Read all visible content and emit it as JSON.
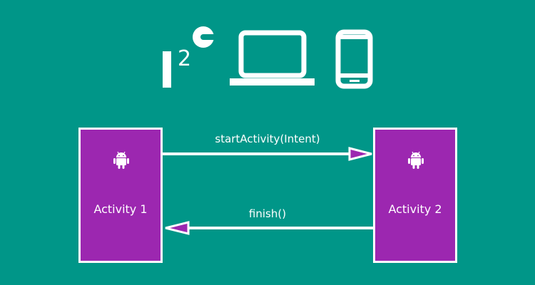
{
  "logo": {
    "text": "I2C"
  },
  "icons": [
    "laptop-icon",
    "smartphone-icon",
    "android-icon"
  ],
  "activities": [
    {
      "label": "Activity 1"
    },
    {
      "label": "Activity 2"
    }
  ],
  "messages": {
    "forward": "startActivity(Intent)",
    "back": "finish()"
  },
  "colors": {
    "background": "#009688",
    "activity": "#9c27b0",
    "line": "#ffffff"
  }
}
